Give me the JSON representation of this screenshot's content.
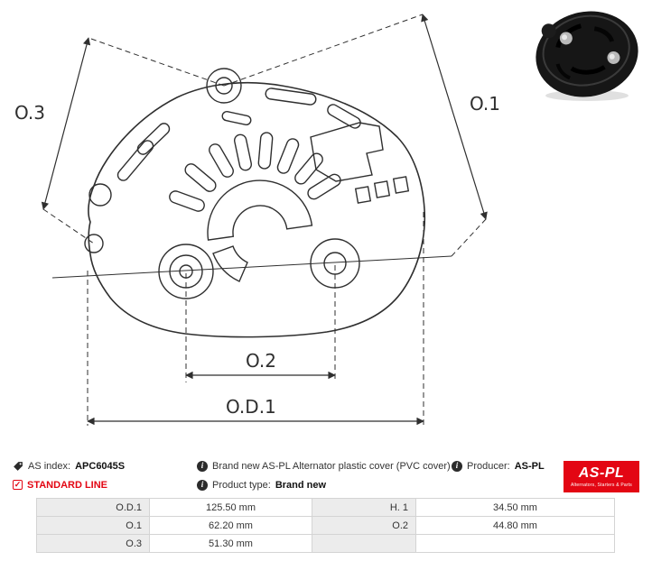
{
  "drawing": {
    "labels": {
      "o3": "O.3",
      "o1": "O.1",
      "o2": "O.2",
      "od1": "O.D.1"
    }
  },
  "info": {
    "as_index_label": "AS index:",
    "as_index_value": "APC6045S",
    "standard_line": "STANDARD LINE",
    "description": "Brand new AS-PL Alternator plastic cover (PVC cover)",
    "product_type_label": "Product type:",
    "product_type_value": "Brand new",
    "producer_label": "Producer:",
    "producer_value": "AS-PL",
    "logo_main": "AS-PL",
    "logo_sub": "Alternators, Starters & Parts"
  },
  "icons": {
    "info_glyph": "i",
    "check_glyph": "✓"
  },
  "spec_table": {
    "rows": [
      {
        "k1": "O.D.1",
        "v1": "125.50 mm",
        "k2": "H. 1",
        "v2": "34.50 mm"
      },
      {
        "k1": "O.1",
        "v1": "62.20 mm",
        "k2": "O.2",
        "v2": "44.80 mm"
      },
      {
        "k1": "O.3",
        "v1": "51.30 mm",
        "k2": "",
        "v2": ""
      }
    ]
  },
  "colors": {
    "accent_red": "#e30613",
    "line": "#2f2f2f"
  }
}
